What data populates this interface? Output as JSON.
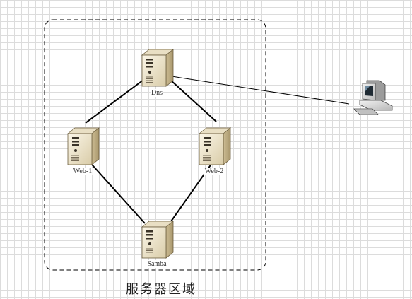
{
  "diagram": {
    "zone": {
      "label": "服务器区域"
    },
    "nodes": [
      {
        "id": "dns",
        "label": "Dns",
        "icon": "server-icon"
      },
      {
        "id": "web1",
        "label": "Web-1",
        "icon": "server-icon"
      },
      {
        "id": "web2",
        "label": "Web-2",
        "icon": "server-icon"
      },
      {
        "id": "samba",
        "label": "Samba",
        "icon": "server-icon"
      },
      {
        "id": "client",
        "label": "",
        "icon": "desktop-computer-icon"
      }
    ],
    "edges": [
      {
        "from": "dns",
        "to": "web1"
      },
      {
        "from": "dns",
        "to": "web2"
      },
      {
        "from": "web1",
        "to": "samba"
      },
      {
        "from": "web2",
        "to": "samba"
      },
      {
        "from": "dns",
        "to": "client"
      }
    ],
    "colors": {
      "server_body": "#efe6cf",
      "server_side": "#c8b78e",
      "edge": "#000000",
      "grid": "#dcdcdc"
    }
  }
}
